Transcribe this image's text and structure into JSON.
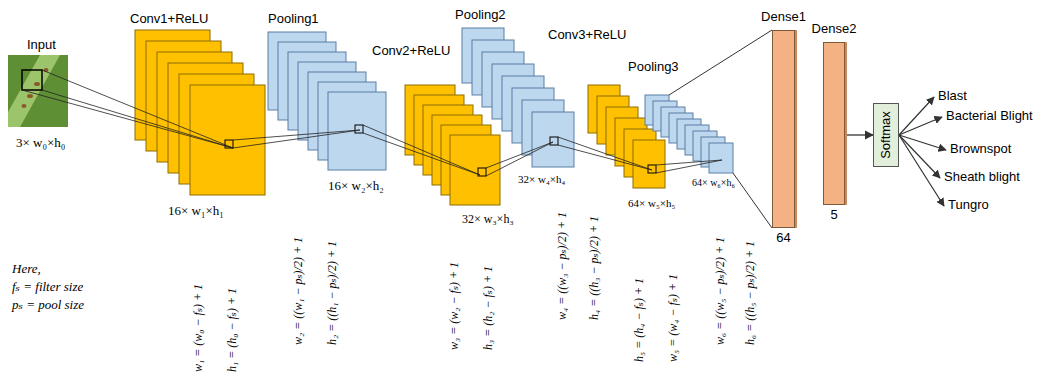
{
  "diagram": {
    "nodes": [
      {
        "text": [
          "Dense1",
          "64"
        ]
      },
      {
        "text": [
          "Dense2",
          "5"
        ]
      },
      {
        "text": [
          "Softmax"
        ]
      }
    ],
    "edges": [
      {
        "from": 1,
        "to": 2,
        "arrow": "to"
      }
    ],
    "labels": [
      "Input",
      "3× w₀×h₀",
      "Conv1+ReLU",
      "16× w₁×h₁",
      "Pooling1",
      "16× w₂×h₂",
      "Conv2+ReLU",
      "32× w₃×h₃",
      "Pooling2",
      "32× w₄×h₄",
      "Conv3+ReLU",
      "64× w₅×h₅",
      "Pooling3",
      "64× w₆×h₆",
      "Blast",
      "Bacterial Blight",
      "Brownspot",
      "Sheath blight",
      "Tungro",
      "Here,",
      "fₛ = filter size",
      "pₛ = pool size",
      "w₁ = (w₀ − fₛ) + 1",
      "h₁ = (h₀ − fₛ) + 1",
      "w₂ = ((w₁ − pₛ)/2) + 1",
      "h₂ = ((h₁ − pₛ)/2) + 1",
      "w₃ = (w₂ − fₛ) + 1",
      "h₃ = (h₂ − fₛ) + 1",
      "w₄ = ((w₃ − pₛ)/2) + 1",
      "h₄ = ((h₃ − pₛ)/2) + 1",
      "h₅ = (h₄ − fₛ) + 1",
      "w₅ = (w₄ − fₛ) + 1",
      "w₆ = ((w₅ − pₛ)/2) + 1",
      "h₆ = ((h₅ − pₛ)/2) + 1"
    ]
  }
}
